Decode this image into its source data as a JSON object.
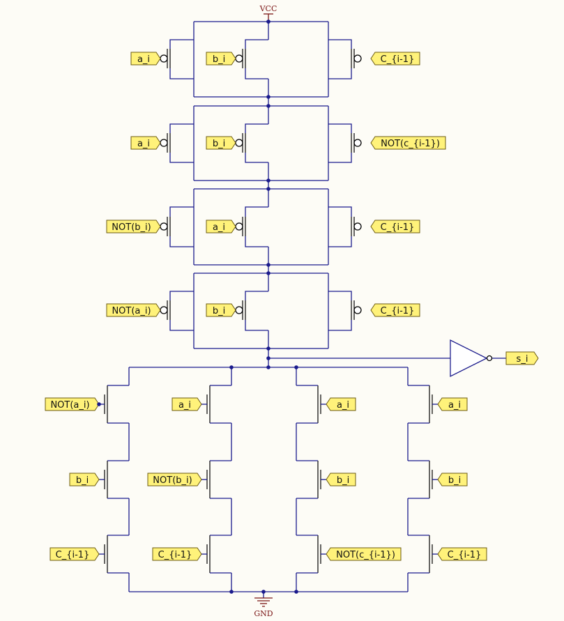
{
  "rails": {
    "vcc": "VCC",
    "gnd": "GND"
  },
  "output_label": "s_i",
  "pullup_rows": [
    {
      "left": "a_i",
      "middle": "b_i",
      "right": "C_{i-1}"
    },
    {
      "left": "a_i",
      "middle": "b_i",
      "right": "NOT(c_{i-1})"
    },
    {
      "left": "NOT(b_i)",
      "middle": "a_i",
      "right": "C_{i-1}"
    },
    {
      "left": "NOT(a_i)",
      "middle": "b_i",
      "right": "C_{i-1}"
    }
  ],
  "pulldown_columns": [
    [
      "NOT(a_i)",
      "b_i",
      "C_{i-1}"
    ],
    [
      "a_i",
      "NOT(b_i)",
      "C_{i-1}"
    ],
    [
      "a_i",
      "b_i",
      "NOT(c_{i-1})"
    ],
    [
      "a_i",
      "b_i",
      "C_{i-1}"
    ]
  ],
  "colors": {
    "wire": "#1a1a8c",
    "label_fill": "#fff27a",
    "background": "#fdfcf6"
  }
}
